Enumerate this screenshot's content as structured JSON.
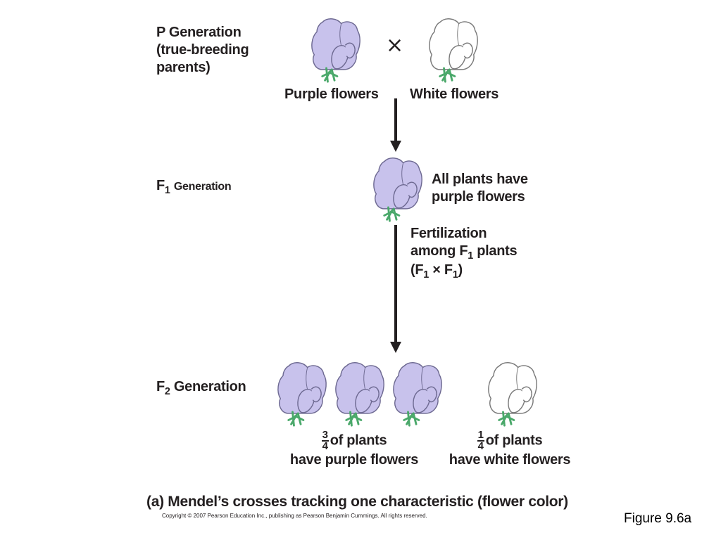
{
  "diagram": {
    "p_generation": {
      "title": "P Generation",
      "line2": "(true-breeding",
      "line3": "parents)",
      "cross_symbol": "×",
      "purple_label": "Purple flowers",
      "white_label": "White flowers"
    },
    "f1_generation": {
      "title_f": "F",
      "title_sub": "1",
      "title_rest": "Generation",
      "result_line1": "All plants have",
      "result_line2": "purple flowers"
    },
    "fertilization": {
      "line1": "Fertilization",
      "line2_a": "among F",
      "line2_sub": "1",
      "line2_b": " plants",
      "line3_a": "(F",
      "line3_sub1": "1",
      "line3_times": " × F",
      "line3_sub2": "1",
      "line3_b": ")"
    },
    "f2_generation": {
      "title_f": "F",
      "title_sub": "2",
      "title_rest": " Generation",
      "purple_fraction_num": "3",
      "purple_fraction_den": "4",
      "purple_line1": "of plants",
      "purple_line2": "have purple flowers",
      "white_fraction_num": "1",
      "white_fraction_den": "4",
      "white_line1": "of plants",
      "white_line2": "have white flowers"
    },
    "caption": "(a) Mendel’s crosses tracking one characteristic (flower color)",
    "copyright": "Copyright © 2007 Pearson Education Inc., publishing as Pearson Benjamin Cummings. All rights reserved.",
    "figure_label": "Figure 9.6a",
    "colors": {
      "purple_petal": "#c8c2ec",
      "purple_outline": "#6e6a92",
      "white_petal": "#ffffff",
      "white_outline": "#7a7a7a",
      "stem": "#4aa86a",
      "text": "#231f20"
    }
  }
}
